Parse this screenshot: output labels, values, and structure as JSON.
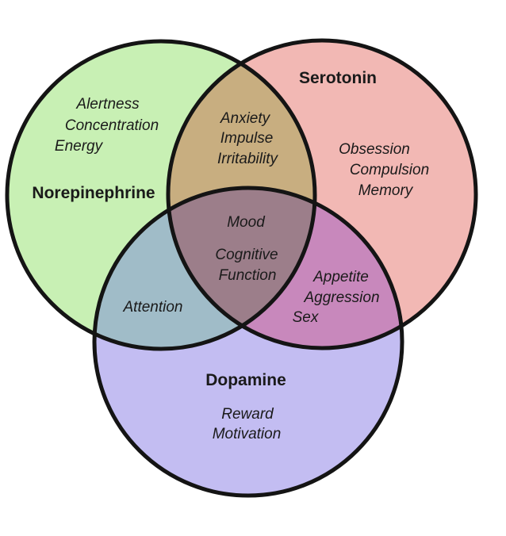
{
  "diagram": {
    "sets": {
      "norepinephrine": {
        "label": "Norepinephrine",
        "color": "#c8f0b4"
      },
      "serotonin": {
        "label": "Serotonin",
        "color": "#f2b8b4"
      },
      "dopamine": {
        "label": "Dopamine",
        "color": "#c3bdf2"
      }
    },
    "regions": {
      "norepinephrine_only": [
        "Alertness",
        "Concentration",
        "Energy"
      ],
      "serotonin_only": [
        "Obsession",
        "Compulsion",
        "Memory"
      ],
      "dopamine_only": [
        "Reward",
        "Motivation"
      ],
      "norepinephrine_serotonin": [
        "Anxiety",
        "Impulse",
        "Irritability"
      ],
      "norepinephrine_dopamine": [
        "Attention"
      ],
      "serotonin_dopamine": [
        "Appetite",
        "Aggression",
        "Sex"
      ],
      "all_three": [
        "Mood",
        "Cognitive",
        "Function"
      ]
    },
    "overlap_colors": {
      "norepinephrine_serotonin": "#c8ae80",
      "norepinephrine_dopamine": "#a0bcc8",
      "serotonin_dopamine": "#c888bc",
      "all_three": "#9c7e8a"
    },
    "outline_color": "#141414"
  }
}
